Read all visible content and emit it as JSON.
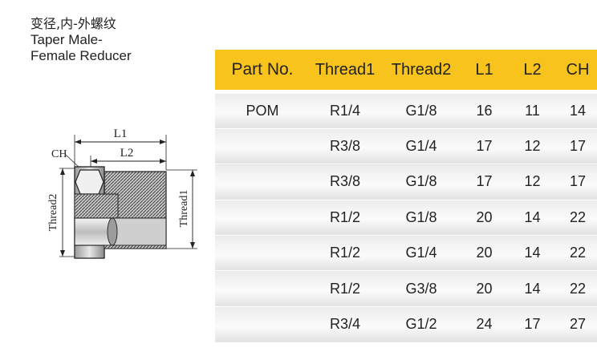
{
  "title": {
    "chinese": "变径,内-外螺纹",
    "english_line1": "Taper Male-",
    "english_line2": "Female Reducer"
  },
  "drawing": {
    "labels": {
      "l1": "L1",
      "l2": "L2",
      "ch": "CH",
      "thread1": "Thread1",
      "thread2": "Thread2"
    }
  },
  "table": {
    "header_color": "#f7c31c",
    "headers": [
      "Part No.",
      "Thread1",
      "Thread2",
      "L1",
      "L2",
      "CH"
    ],
    "rows": [
      [
        "POM",
        "R1/4",
        "G1/8",
        "16",
        "11",
        "14"
      ],
      [
        "",
        "R3/8",
        "G1/4",
        "17",
        "12",
        "17"
      ],
      [
        "",
        "R3/8",
        "G1/8",
        "17",
        "12",
        "17"
      ],
      [
        "",
        "R1/2",
        "G1/8",
        "20",
        "14",
        "22"
      ],
      [
        "",
        "R1/2",
        "G1/4",
        "20",
        "14",
        "22"
      ],
      [
        "",
        "R1/2",
        "G3/8",
        "20",
        "14",
        "22"
      ],
      [
        "",
        "R3/4",
        "G1/2",
        "24",
        "17",
        "27"
      ]
    ]
  }
}
